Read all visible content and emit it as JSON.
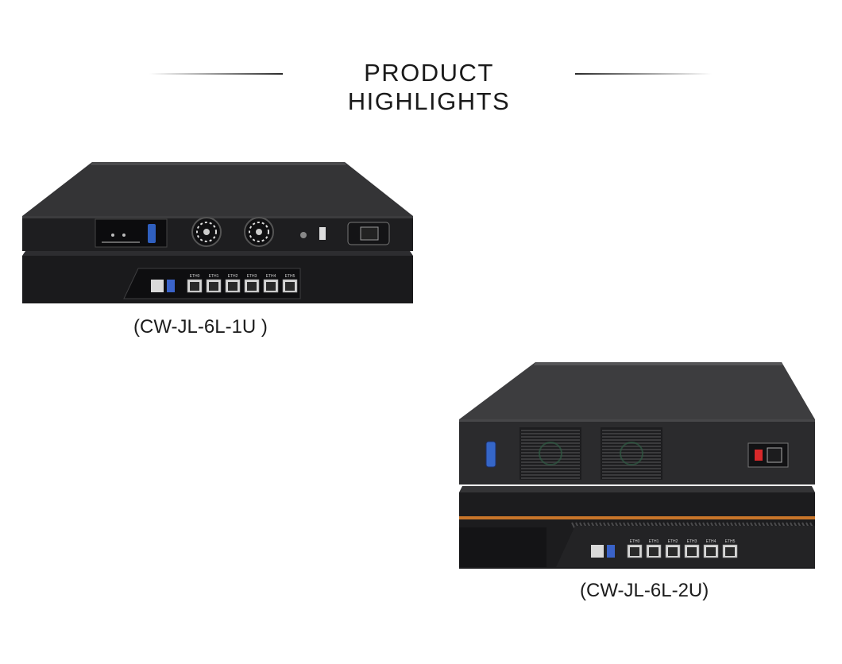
{
  "header": {
    "title": "PRODUCT HIGHLIGHTS"
  },
  "products": [
    {
      "caption": "(CW-JL-6L-1U )",
      "port_labels": [
        "ETH0",
        "ETH1",
        "ETH2",
        "ETH3",
        "ETH4",
        "ETH5"
      ]
    },
    {
      "caption": "(CW-JL-6L-2U)",
      "port_labels": [
        "ETH0",
        "ETH1",
        "ETH2",
        "ETH3",
        "ETH4",
        "ETH5"
      ]
    }
  ],
  "colors": {
    "chassis": "#2b2b2d",
    "chassis_top": "#3a3a3c",
    "accent_stripe": "#c8752a",
    "power_switch": "#d8282a",
    "usb_blue": "#3a63c9"
  }
}
